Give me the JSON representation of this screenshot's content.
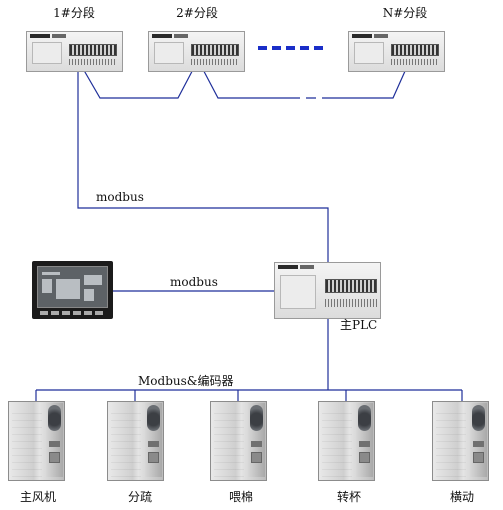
{
  "segments": [
    {
      "label": "1#分段"
    },
    {
      "label": "2#分段"
    },
    {
      "label": "N#分段"
    }
  ],
  "links": {
    "upper_modbus": "modbus",
    "hmi_modbus": "modbus",
    "drive_bus": "Modbus&编码器"
  },
  "main_plc": {
    "label": "主PLC"
  },
  "drives": [
    {
      "label": "主风机"
    },
    {
      "label": "分疏"
    },
    {
      "label": "喂棉"
    },
    {
      "label": "转杯"
    },
    {
      "label": "横动"
    }
  ],
  "colors": {
    "wire": "#1f2f9a",
    "dots": "#1a2ec8"
  }
}
